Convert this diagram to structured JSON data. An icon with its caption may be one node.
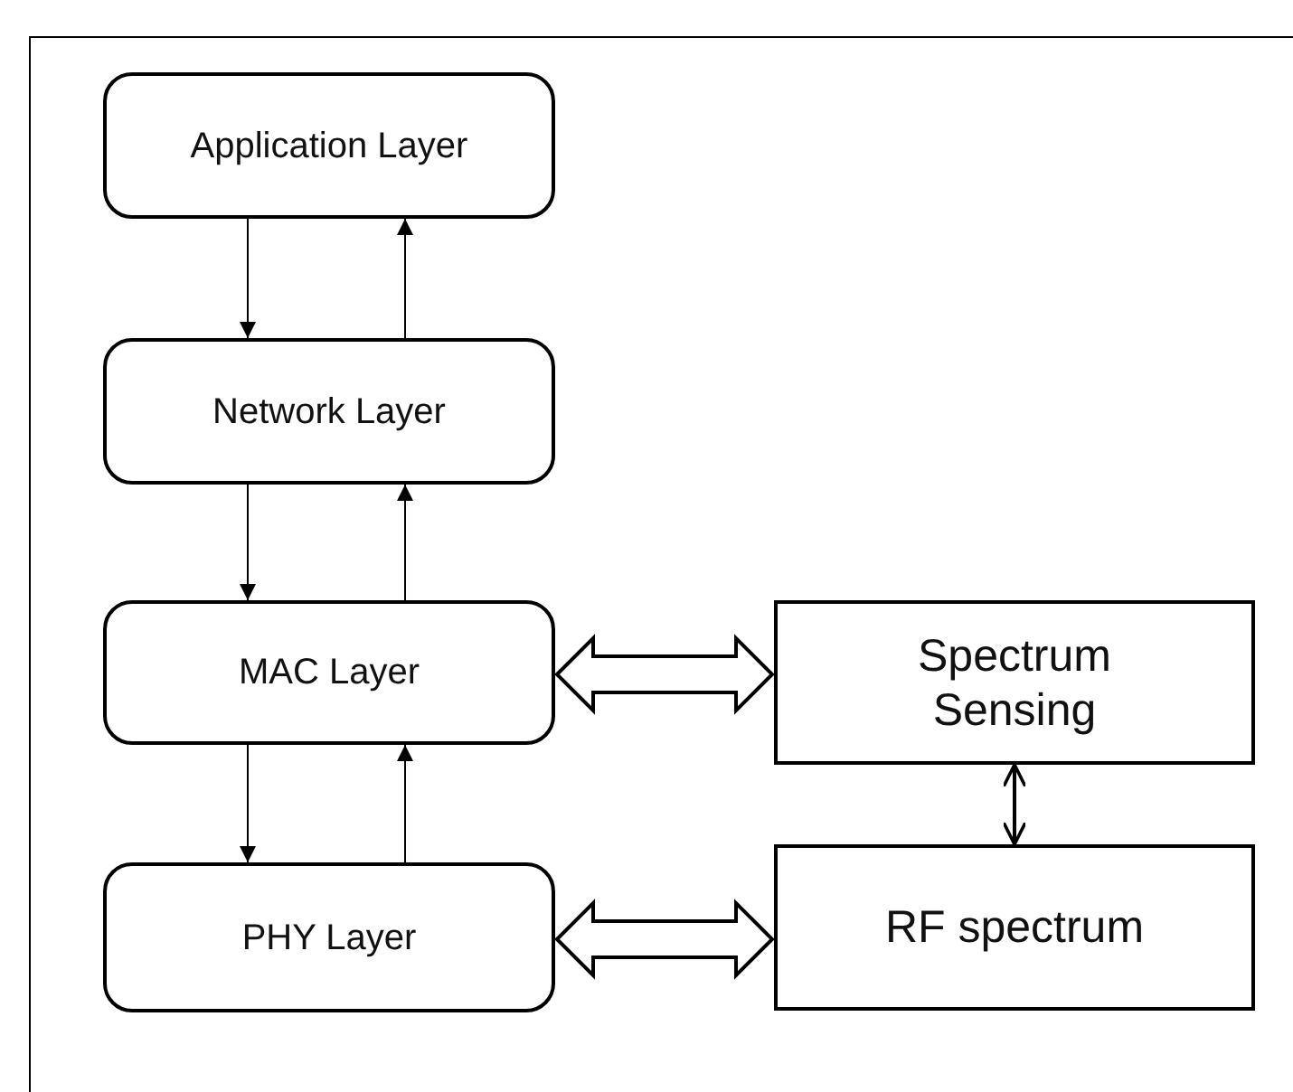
{
  "diagram": {
    "nodes": [
      {
        "text": [
          "Application Layer"
        ]
      },
      {
        "text": [
          "Network Layer"
        ]
      },
      {
        "text": [
          "MAC Layer"
        ]
      },
      {
        "text": [
          "PHY Layer"
        ]
      },
      {
        "text": [
          "Spectrum Sensing"
        ]
      },
      {
        "text": [
          "RF spectrum"
        ]
      }
    ],
    "edges": [
      {
        "from": 0,
        "to": 1,
        "arrow": "to"
      },
      {
        "from": 1,
        "to": 0,
        "arrow": "to"
      },
      {
        "from": 1,
        "to": 2,
        "arrow": "to"
      },
      {
        "from": 2,
        "to": 1,
        "arrow": "to"
      },
      {
        "from": 2,
        "to": 3,
        "arrow": "to"
      },
      {
        "from": 3,
        "to": 2,
        "arrow": "to"
      },
      {
        "from": 2,
        "to": 4,
        "arrow": "both",
        "style": "thick"
      },
      {
        "from": 3,
        "to": 5,
        "arrow": "both",
        "style": "thick"
      },
      {
        "from": 4,
        "to": 5,
        "arrow": "both"
      }
    ]
  }
}
